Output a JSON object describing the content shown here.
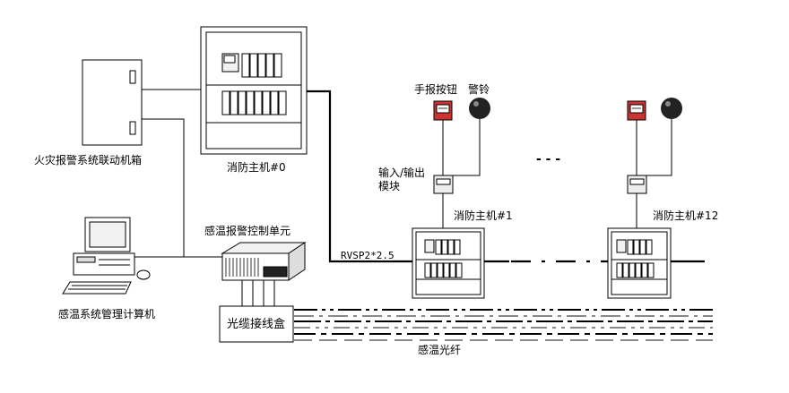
{
  "labels": {
    "linkage_box": "火灾报警系统联动机箱",
    "main_unit_0": "消防主机#0",
    "manual_button": "手报按钮",
    "alarm_bell": "警铃",
    "io_module_line1": "输入/输出",
    "io_module_line2": "模块",
    "main_unit_1": "消防主机#1",
    "main_unit_12": "消防主机#12",
    "ellipsis": "- - -",
    "cable_spec": "RVSP2*2.5",
    "control_unit": "感温报警控制单元",
    "computer": "感温系统管理计算机",
    "junction_box": "光缆接线盒",
    "sensing_fiber": "感温光纤"
  },
  "colors": {
    "line": "#000000",
    "fill": "#ffffff",
    "panel_fill": "#f2f2f2",
    "module_fill": "#eeeeee",
    "fiber_gray": "#888888",
    "button_red": "#cc3333",
    "bell_dark": "#222222"
  },
  "icons": [
    "cabinet-icon",
    "fire-panel-icon",
    "manual-call-point-icon",
    "alarm-bell-icon",
    "io-module-icon",
    "computer-icon",
    "control-unit-icon"
  ]
}
